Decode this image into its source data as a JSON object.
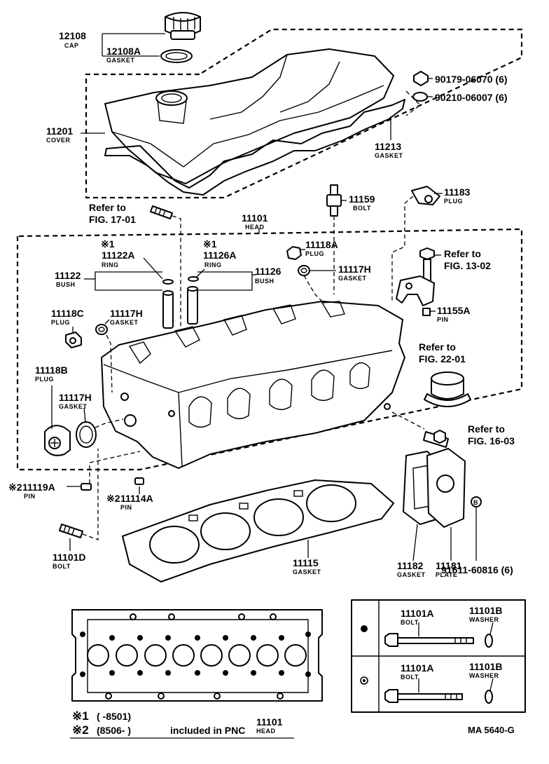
{
  "parts": {
    "cap": {
      "number": "12108",
      "name": "CAP"
    },
    "cap_gasket": {
      "number": "12108A",
      "name": "GASKET"
    },
    "cover": {
      "number": "11201",
      "name": "COVER"
    },
    "cover_gasket": {
      "number": "11213",
      "name": "GASKET"
    },
    "nut": {
      "number": "90179-06070 (6)"
    },
    "seal_washer": {
      "number": "90210-06007 (6)"
    },
    "head": {
      "number": "11101",
      "name": "HEAD"
    },
    "bolt_11159": {
      "number": "11159",
      "name": "BOLT"
    },
    "plug_11183": {
      "number": "11183",
      "name": "PLUG"
    },
    "ring_11122a": {
      "mark": "※1",
      "number": "11122A",
      "name": "RING"
    },
    "bush_11122": {
      "number": "11122",
      "name": "BUSH"
    },
    "ring_11126a": {
      "mark": "※1",
      "number": "11126A",
      "name": "RING"
    },
    "bush_11126": {
      "number": "11126",
      "name": "BUSH"
    },
    "plug_11118a": {
      "number": "11118A",
      "name": "PLUG"
    },
    "gasket_11117h_top": {
      "number": "11117H",
      "name": "GASKET"
    },
    "plug_11118c": {
      "number": "11118C",
      "name": "PLUG"
    },
    "gasket_11117h_mid": {
      "number": "11117H",
      "name": "GASKET"
    },
    "pin_11155a": {
      "number": "11155A",
      "name": "PIN"
    },
    "plug_11118b": {
      "number": "11118B",
      "name": "PLUG"
    },
    "gasket_11117h_low": {
      "number": "11117H",
      "name": "GASKET"
    },
    "pin_11119a": {
      "mark": "※2",
      "number": "11119A",
      "name": "PIN"
    },
    "pin_11114a": {
      "mark": "※2",
      "number": "11114A",
      "name": "PIN"
    },
    "bolt_11101d": {
      "number": "11101D",
      "name": "BOLT"
    },
    "head_gasket": {
      "number": "11115",
      "name": "GASKET"
    },
    "gasket_11182": {
      "number": "11182",
      "name": "GASKET"
    },
    "plate_11181": {
      "number": "11181",
      "name": "PLATE"
    },
    "bolt_91611": {
      "number": "91611-60816 (6)",
      "callout": "B"
    }
  },
  "refs": {
    "fig17": {
      "line1": "Refer to",
      "line2": "FIG. 17-01"
    },
    "fig13": {
      "line1": "Refer to",
      "line2": "FIG. 13-02"
    },
    "fig22": {
      "line1": "Refer to",
      "line2": "FIG. 22-01"
    },
    "fig16": {
      "line1": "Refer to",
      "line2": "FIG. 16-03"
    }
  },
  "inset_table": {
    "rows": [
      {
        "bolt_number": "11101A",
        "bolt_name": "BOLT",
        "washer_number": "11101B",
        "washer_name": "WASHER"
      },
      {
        "bolt_number": "11101A",
        "bolt_name": "BOLT",
        "washer_number": "11101B",
        "washer_name": "WASHER"
      }
    ]
  },
  "footnotes": {
    "note1_mark": "※1",
    "note1_range": "(        -8501)",
    "note2_mark": "※2",
    "note2_range": "(8506-          )",
    "note2_text": "included in PNC",
    "pnc_number": "11101",
    "pnc_name": "HEAD"
  },
  "drawing_code": "MA 5640-G"
}
